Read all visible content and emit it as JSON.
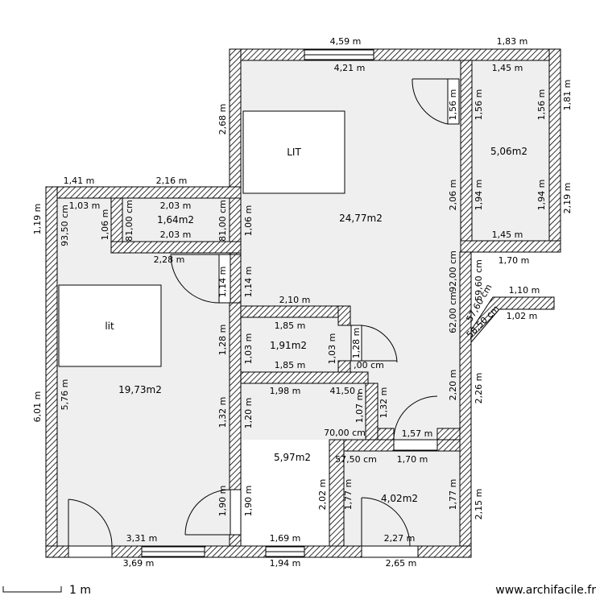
{
  "rooms": [
    {
      "name": "room-area-main-bedroom",
      "area": "24,77m2"
    },
    {
      "name": "room-area-top-right",
      "area": "5,06m2"
    },
    {
      "name": "room-area-small-left",
      "area": "1,64m2"
    },
    {
      "name": "room-area-left-bedroom",
      "area": "19,73m2"
    },
    {
      "name": "room-area-closet",
      "area": "1,91m2"
    },
    {
      "name": "room-area-bathroom",
      "area": "5,97m2"
    },
    {
      "name": "room-area-bottom-right",
      "area": "4,02m2"
    }
  ],
  "furniture": [
    {
      "name": "bed-label-lit-upper",
      "label": "LIT"
    },
    {
      "name": "bed-label-lit-lower",
      "label": "lit"
    }
  ],
  "dimensions": [
    {
      "name": "dim-1",
      "text": "4,59 m"
    },
    {
      "name": "dim-2",
      "text": "1,83 m"
    },
    {
      "name": "dim-3",
      "text": "4,21 m"
    },
    {
      "name": "dim-4",
      "text": "1,45 m"
    },
    {
      "name": "dim-5",
      "text": "1,56 m"
    },
    {
      "name": "dim-6",
      "text": "1,56 m"
    },
    {
      "name": "dim-7",
      "text": "1,56 m"
    },
    {
      "name": "dim-8",
      "text": "1,81 m"
    },
    {
      "name": "dim-9",
      "text": "2,68 m"
    },
    {
      "name": "dim-10",
      "text": "1,41 m"
    },
    {
      "name": "dim-11",
      "text": "2,16 m"
    },
    {
      "name": "dim-12",
      "text": "1,19 m"
    },
    {
      "name": "dim-13",
      "text": "1,03 m"
    },
    {
      "name": "dim-14",
      "text": "93,50 cm"
    },
    {
      "name": "dim-15",
      "text": "1,06 m"
    },
    {
      "name": "dim-16",
      "text": "2,03 m"
    },
    {
      "name": "dim-17",
      "text": "81,00 cm"
    },
    {
      "name": "dim-18",
      "text": "81,00 cm"
    },
    {
      "name": "dim-19",
      "text": "2,03 m"
    },
    {
      "name": "dim-20",
      "text": "1,06 m"
    },
    {
      "name": "dim-21",
      "text": "2,06 m"
    },
    {
      "name": "dim-22",
      "text": "1,94 m"
    },
    {
      "name": "dim-23",
      "text": "1,94 m"
    },
    {
      "name": "dim-24",
      "text": "2,19 m"
    },
    {
      "name": "dim-25",
      "text": "1,45 m"
    },
    {
      "name": "dim-26",
      "text": "2,28 m"
    },
    {
      "name": "dim-27",
      "text": "1,70 m"
    },
    {
      "name": "dim-28",
      "text": "1,14 m"
    },
    {
      "name": "dim-29",
      "text": "1,14 m"
    },
    {
      "name": "dim-30",
      "text": "62,00 cm"
    },
    {
      "name": "dim-31",
      "text": "92,00 cm"
    },
    {
      "name": "dim-32",
      "text": "59,60 cm"
    },
    {
      "name": "dim-33",
      "text": "57,60 cm"
    },
    {
      "name": "dim-34",
      "text": "58,50 cm"
    },
    {
      "name": "dim-35",
      "text": "1,10 m"
    },
    {
      "name": "dim-36",
      "text": "1,02 m"
    },
    {
      "name": "dim-37",
      "text": "2,10 m"
    },
    {
      "name": "dim-38",
      "text": "1,85 m"
    },
    {
      "name": "dim-39",
      "text": "1,28 m"
    },
    {
      "name": "dim-40",
      "text": "1,03 m"
    },
    {
      "name": "dim-41",
      "text": "1,03 m"
    },
    {
      "name": "dim-42",
      "text": "1,28 m"
    },
    {
      "name": "dim-43",
      "text": "1,85 m"
    },
    {
      "name": "dim-44",
      "text": ",00 cm"
    },
    {
      "name": "dim-45",
      "text": "6,01 m"
    },
    {
      "name": "dim-46",
      "text": "5,76 m"
    },
    {
      "name": "dim-47",
      "text": "1,98 m"
    },
    {
      "name": "dim-48",
      "text": "41,50 c"
    },
    {
      "name": "dim-49",
      "text": "1,32 m"
    },
    {
      "name": "dim-50",
      "text": "1,20 m"
    },
    {
      "name": "dim-51",
      "text": "1,07 m"
    },
    {
      "name": "dim-52",
      "text": "1,32 m"
    },
    {
      "name": "dim-53",
      "text": "2,20 m"
    },
    {
      "name": "dim-54",
      "text": "2,26 m"
    },
    {
      "name": "dim-55",
      "text": "70,00 cm"
    },
    {
      "name": "dim-56",
      "text": "1,57 m"
    },
    {
      "name": "dim-57",
      "text": "57,50 cm"
    },
    {
      "name": "dim-58",
      "text": "1,70 m"
    },
    {
      "name": "dim-59",
      "text": "2,02 m"
    },
    {
      "name": "dim-60",
      "text": "1,77 m"
    },
    {
      "name": "dim-61",
      "text": "1,77 m"
    },
    {
      "name": "dim-62",
      "text": "2,15 m"
    },
    {
      "name": "dim-63",
      "text": "1,90 m"
    },
    {
      "name": "dim-64",
      "text": "1,90 m"
    },
    {
      "name": "dim-65",
      "text": "3,31 m"
    },
    {
      "name": "dim-66",
      "text": "1,69 m"
    },
    {
      "name": "dim-67",
      "text": "2,27 m"
    },
    {
      "name": "dim-68",
      "text": "3,69 m"
    },
    {
      "name": "dim-69",
      "text": "1,94 m"
    },
    {
      "name": "dim-70",
      "text": "2,65 m"
    }
  ],
  "scale": {
    "label": "1 m"
  },
  "watermark": "www.archifacile.fr"
}
